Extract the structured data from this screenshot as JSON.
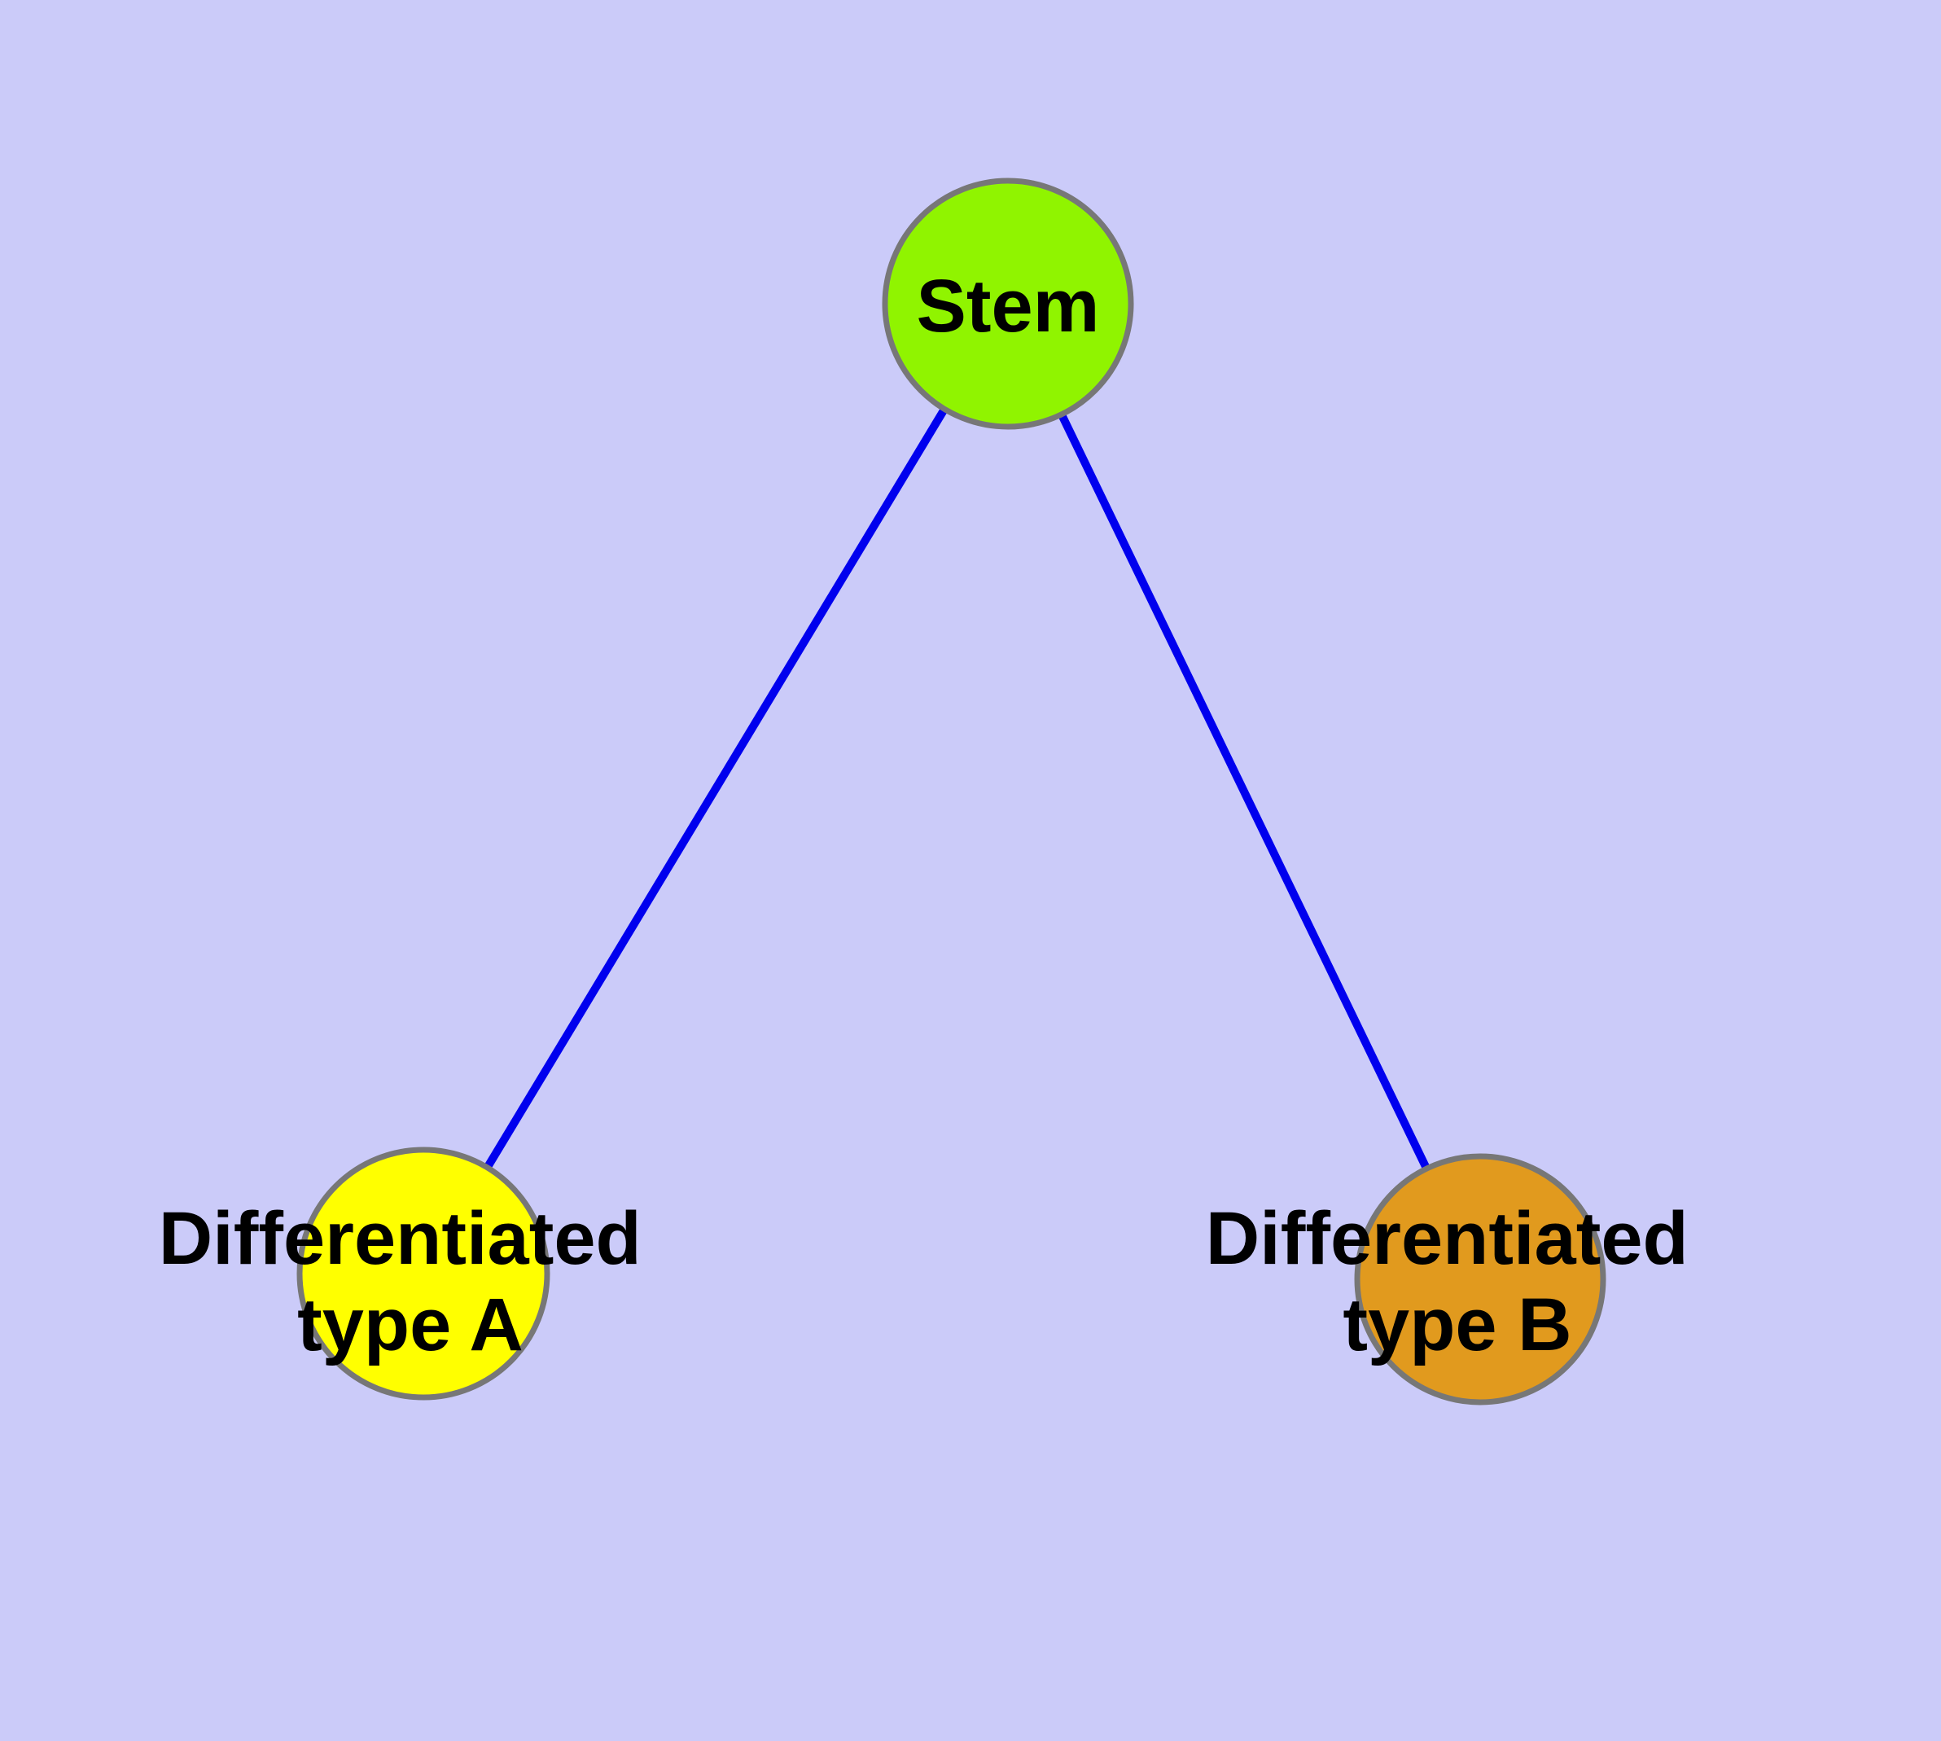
{
  "diagram": {
    "type": "graph",
    "background_color": "#CBCBF9",
    "node_border_color": "#777777",
    "edge_color": "#0000EE",
    "label_color": "#000000",
    "nodes": {
      "stem": {
        "label": "Stem",
        "fill": "#90F400"
      },
      "type_a": {
        "label": "Differentiated type A",
        "label_line1": "Differentiated",
        "label_line2": "type A",
        "fill": "#FFFF00"
      },
      "type_b": {
        "label": "Differentiated type B",
        "label_line1": "Differentiated",
        "label_line2": "type B",
        "fill": "#E19A1E"
      }
    },
    "edges": [
      {
        "from": "Stem",
        "to": "Differentiated type A"
      },
      {
        "from": "Stem",
        "to": "Differentiated type B"
      }
    ]
  }
}
